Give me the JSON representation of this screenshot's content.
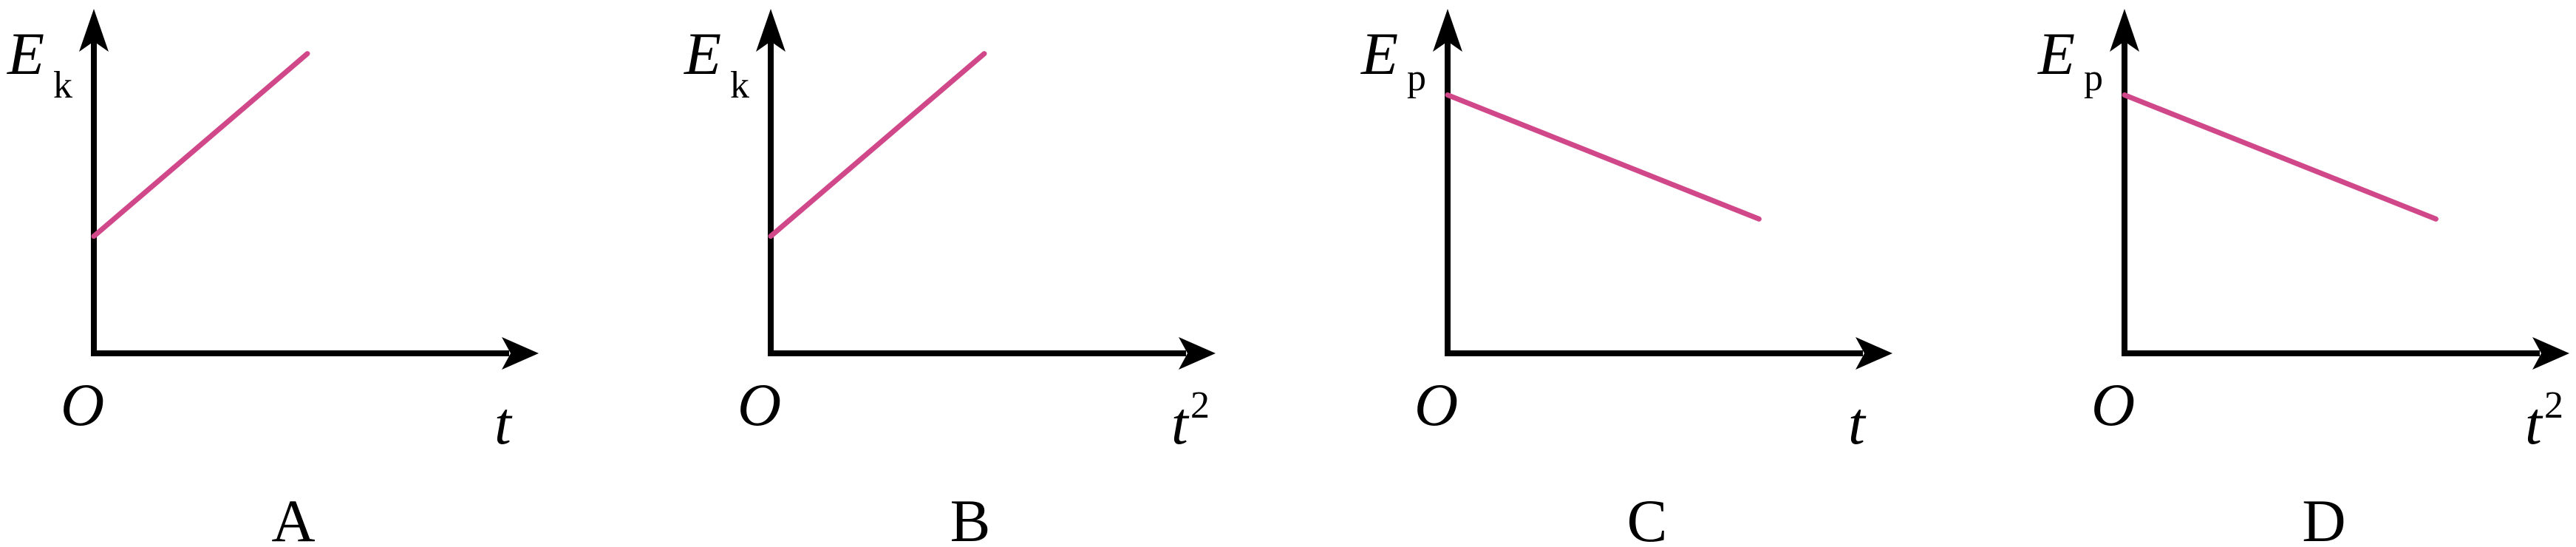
{
  "line_color": "#d0488a",
  "chart_data": [
    {
      "type": "line",
      "panel_label": "A",
      "ylabel_main": "E",
      "ylabel_sub": "k",
      "xlabel": "t",
      "xlabel_sup": "",
      "origin": "O",
      "trend": "increasing",
      "points": [
        [
          0,
          0.34
        ],
        [
          0.48,
          0.87
        ]
      ]
    },
    {
      "type": "line",
      "panel_label": "B",
      "ylabel_main": "E",
      "ylabel_sub": "k",
      "xlabel": "t",
      "xlabel_sup": "2",
      "origin": "O",
      "trend": "increasing",
      "points": [
        [
          0,
          0.34
        ],
        [
          0.48,
          0.87
        ]
      ]
    },
    {
      "type": "line",
      "panel_label": "C",
      "ylabel_main": "E",
      "ylabel_sub": "p",
      "xlabel": "t",
      "xlabel_sup": "",
      "origin": "O",
      "trend": "decreasing",
      "points": [
        [
          0,
          0.75
        ],
        [
          0.7,
          0.39
        ]
      ]
    },
    {
      "type": "line",
      "panel_label": "D",
      "ylabel_main": "E",
      "ylabel_sub": "p",
      "xlabel": "t",
      "xlabel_sup": "2",
      "origin": "O",
      "trend": "decreasing",
      "points": [
        [
          0,
          0.75
        ],
        [
          0.7,
          0.39
        ]
      ]
    }
  ]
}
